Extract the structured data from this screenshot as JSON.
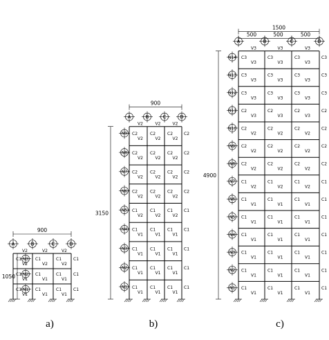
{
  "frames": [
    {
      "id": "a",
      "caption": "a)",
      "span_label": "900",
      "height_label": "1050",
      "axes": [
        "A",
        "B",
        "C",
        "D"
      ],
      "floors": [
        "N1",
        "N2",
        "N3"
      ],
      "beam_labels": [
        "V1",
        "V1",
        "V2"
      ],
      "column_labels": [
        "C1",
        "C1",
        "C1"
      ]
    },
    {
      "id": "b",
      "caption": "b)",
      "span_label": "900",
      "height_label": "3150",
      "axes": [
        "A",
        "B",
        "C",
        "D"
      ],
      "floors": [
        "N1",
        "N2",
        "N3",
        "N4",
        "N5",
        "N6",
        "N7",
        "N8",
        "N9"
      ],
      "beam_labels": [
        "V1",
        "V1",
        "V1",
        "V1",
        "V2",
        "V2",
        "V2",
        "V2",
        "V2"
      ],
      "column_labels": [
        "C1",
        "C1",
        "C1",
        "C1",
        "C1",
        "C2",
        "C2",
        "C2",
        "C2"
      ]
    },
    {
      "id": "c",
      "caption": "c)",
      "span_label": "1500",
      "bay_labels": [
        "500",
        "500",
        "500"
      ],
      "height_label": "4900",
      "axes": [
        "A",
        "B",
        "C",
        "D"
      ],
      "floors": [
        "N1",
        "N2",
        "N3",
        "N4",
        "N5",
        "N6",
        "N7",
        "N8",
        "N9",
        "N10",
        "N11",
        "N12",
        "N13",
        "N14"
      ],
      "beam_labels": [
        "V1",
        "V1",
        "V1",
        "V1",
        "V1",
        "V1",
        "V2",
        "V2",
        "V2",
        "V2",
        "V3",
        "V3",
        "V3",
        "V3"
      ],
      "column_labels": [
        "C1",
        "C1",
        "C1",
        "C1",
        "C1",
        "C1",
        "C1",
        "C2",
        "C2",
        "C2",
        "C2",
        "C3",
        "C3",
        "C3"
      ]
    }
  ]
}
